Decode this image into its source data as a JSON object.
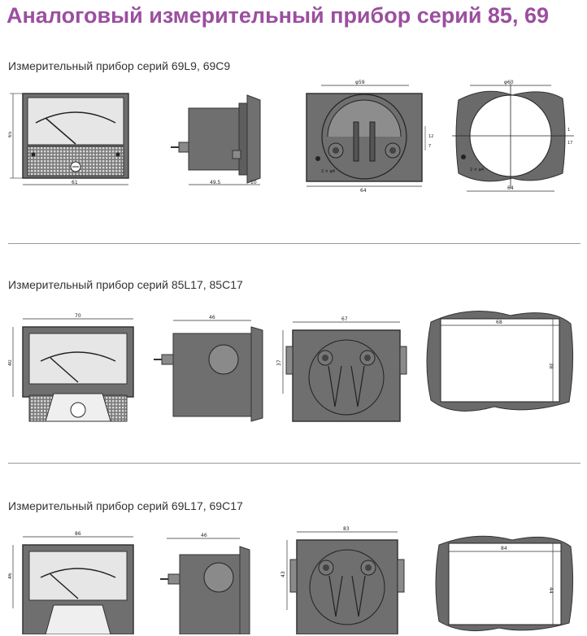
{
  "page": {
    "title": "Аналоговый измерительный прибор серий 85, 69",
    "colors": {
      "title": "#9b4f9f",
      "text": "#333333",
      "divider": "#9a9a9a",
      "device_body": "#6f6f6f",
      "panel_cutout": "#6a6a6a"
    }
  },
  "sections": [
    {
      "label": "Измерительный прибор серий 69L9, 69C9",
      "dims": {
        "front_width": "61",
        "front_height": "65",
        "side_depth": "49.5",
        "side_flange": "10",
        "back_diameter": "φ59",
        "back_width": "64",
        "back_hole": "2 × φ4",
        "back_h1": "12",
        "back_h2": "7",
        "cutout_diameter": "φ60",
        "cutout_width": "64",
        "cutout_hole": "2 × φ4",
        "cutout_h1": "1",
        "cutout_h2": "17"
      }
    },
    {
      "label": "Измерительный прибор серий 85L17, 85C17",
      "dims": {
        "front_width": "70",
        "front_height": "40",
        "side_depth": "46",
        "back_width": "67",
        "back_height": "37",
        "cutout_width": "68",
        "cutout_height": "38"
      }
    },
    {
      "label": "Измерительный прибор серий 69L17, 69C17",
      "dims": {
        "front_width": "86",
        "front_height": "46",
        "side_depth": "46",
        "back_width": "83",
        "back_height": "43",
        "cutout_width": "84",
        "cutout_height": "44"
      }
    }
  ]
}
